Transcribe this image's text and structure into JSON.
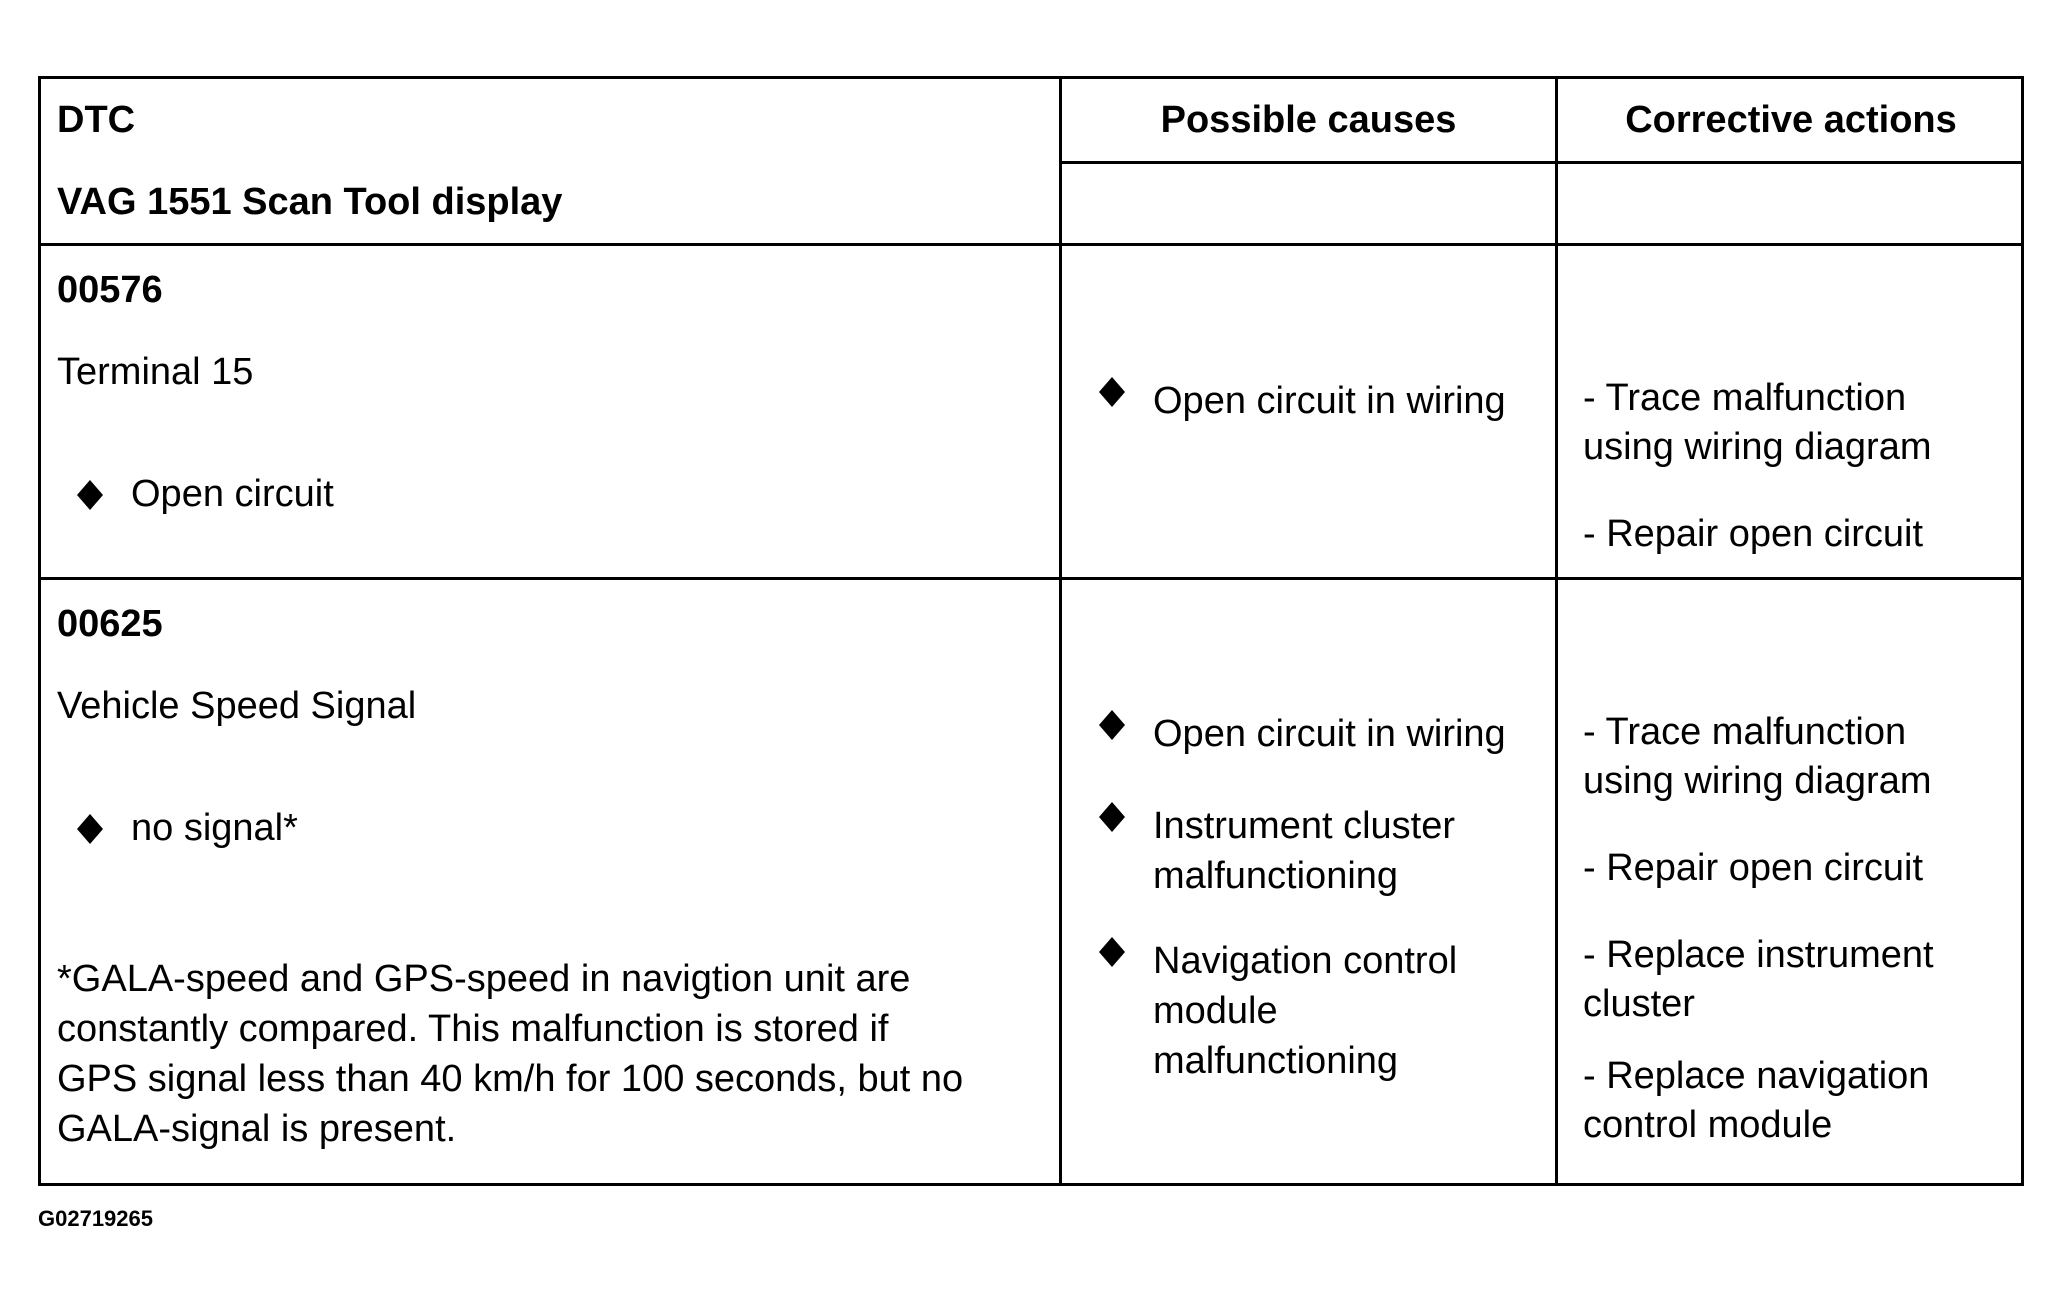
{
  "header": {
    "col1_line1": "DTC",
    "col1_line2": "VAG 1551 Scan Tool display",
    "col2": "Possible causes",
    "col3": "Corrective actions"
  },
  "rows": [
    {
      "code": "00576",
      "name": "Terminal 15",
      "condition": "Open circuit",
      "causes": [
        "Open circuit in wiring"
      ],
      "actions": [
        "- Trace malfunction",
        "using wiring diagram",
        "- Repair open circuit"
      ]
    },
    {
      "code": "00625",
      "name": "Vehicle Speed Signal",
      "condition": "no signal*",
      "note": [
        "*GALA-speed and GPS-speed in navigtion unit are",
        "constantly compared. This malfunction is stored if",
        "GPS signal less than 40 km/h for 100 seconds, but no",
        "GALA-signal is present."
      ],
      "causes": [
        "Open circuit in wiring",
        "Instrument cluster",
        "malfunctioning",
        "Navigation control",
        "module",
        "malfunctioning"
      ],
      "actions": [
        "- Trace malfunction",
        "using wiring diagram",
        "- Repair open circuit",
        "- Replace instrument",
        "cluster",
        "- Replace navigation",
        "control module"
      ]
    }
  ],
  "figure_id": "G02719265"
}
